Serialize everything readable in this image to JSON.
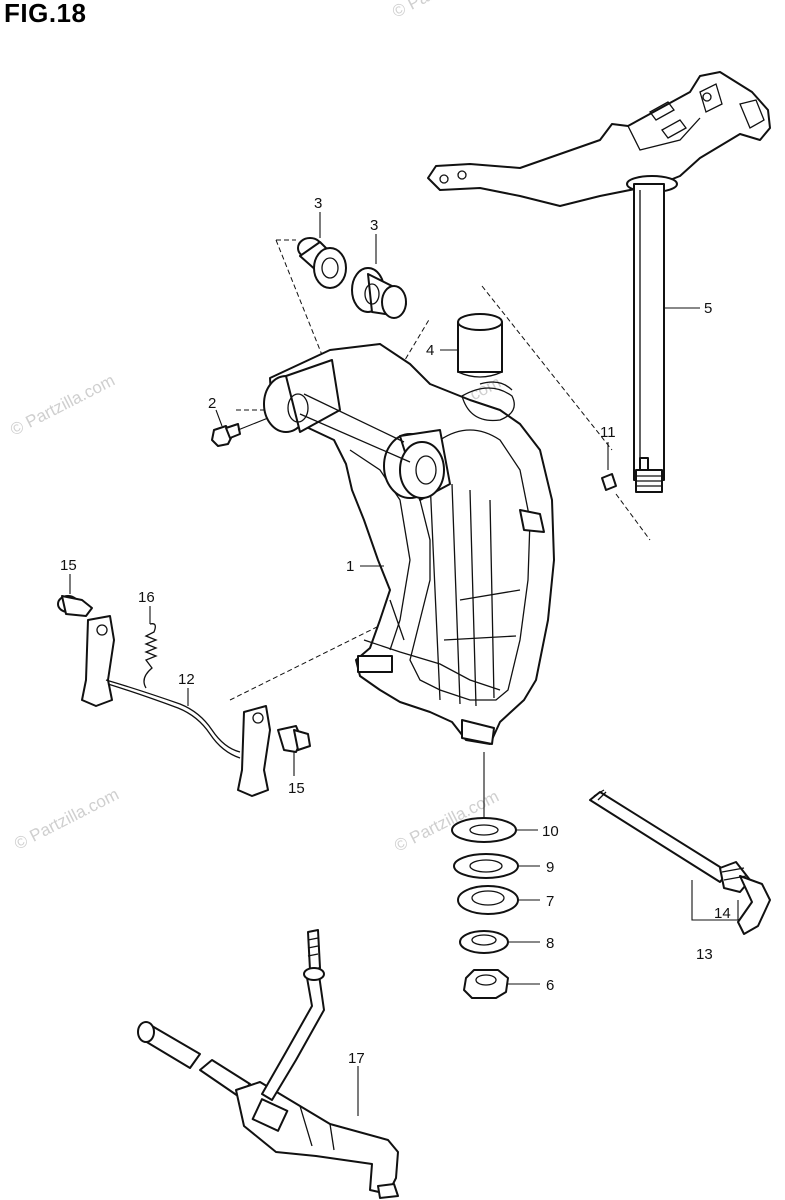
{
  "figure": {
    "title": "FIG.18"
  },
  "watermark": {
    "text": "© Partzilla.com"
  },
  "callouts": {
    "p1": "1",
    "p2": "2",
    "p3a": "3",
    "p3b": "3",
    "p4": "4",
    "p5": "5",
    "p6": "6",
    "p7": "7",
    "p8": "8",
    "p9": "9",
    "p10": "10",
    "p11": "11",
    "p12": "12",
    "p13": "13",
    "p14": "14",
    "p15a": "15",
    "p15b": "15",
    "p16": "16",
    "p17": "17"
  }
}
